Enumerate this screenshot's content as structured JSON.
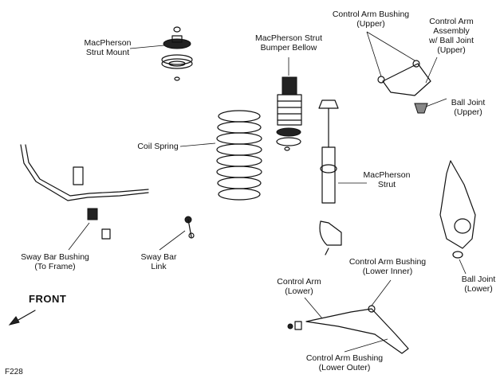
{
  "labels": {
    "strut_mount": [
      "MacPherson",
      "Strut Mount"
    ],
    "bumper_bellow": [
      "MacPherson Strut",
      "Bumper Bellow"
    ],
    "upper_bushing": [
      "Control Arm Bushing",
      "(Upper)"
    ],
    "upper_arm": [
      "Control Arm",
      "Assembly",
      "w/ Ball Joint",
      "(Upper)"
    ],
    "upper_ball_joint": [
      "Ball Joint",
      "(Upper)"
    ],
    "coil_spring": [
      "Coil Spring"
    ],
    "strut": [
      "MacPherson",
      "Strut"
    ],
    "sway_bushing": [
      "Sway Bar Bushing",
      "(To Frame)"
    ],
    "sway_link": [
      "Sway Bar",
      "Link"
    ],
    "lower_inner_bushing": [
      "Control Arm Bushing",
      "(Lower Inner)"
    ],
    "lower_arm": [
      "Control Arm",
      "(Lower)"
    ],
    "lower_ball_joint": [
      "Ball Joint",
      "(Lower)"
    ],
    "lower_outer_bushing": [
      "Control Arm Bushing",
      "(Lower Outer)"
    ]
  },
  "front_label": "FRONT",
  "figure_code": "F228"
}
